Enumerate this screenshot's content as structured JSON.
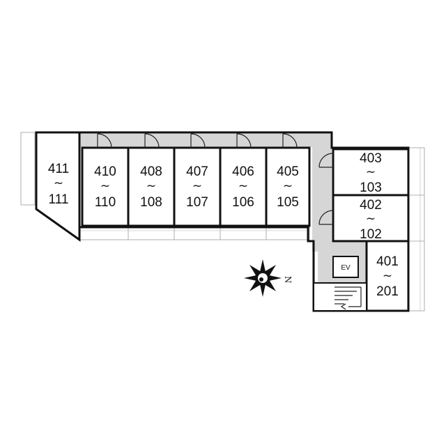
{
  "units": [
    {
      "id": "u411",
      "top": "411",
      "sep": "~",
      "bottom": "111"
    },
    {
      "id": "u410",
      "top": "410",
      "sep": "~",
      "bottom": "110"
    },
    {
      "id": "u408",
      "top": "408",
      "sep": "~",
      "bottom": "108"
    },
    {
      "id": "u407",
      "top": "407",
      "sep": "~",
      "bottom": "107"
    },
    {
      "id": "u406",
      "top": "406",
      "sep": "~",
      "bottom": "106"
    },
    {
      "id": "u405",
      "top": "405",
      "sep": "~",
      "bottom": "105"
    },
    {
      "id": "u403",
      "top": "403",
      "sep": "~",
      "bottom": "103"
    },
    {
      "id": "u402",
      "top": "402",
      "sep": "~",
      "bottom": "102"
    },
    {
      "id": "u401",
      "top": "401",
      "sep": "~",
      "bottom": "201"
    }
  ],
  "elevator": {
    "label": "EV"
  },
  "compass": {
    "north_label": "N",
    "icon": "compass-rose-icon"
  }
}
